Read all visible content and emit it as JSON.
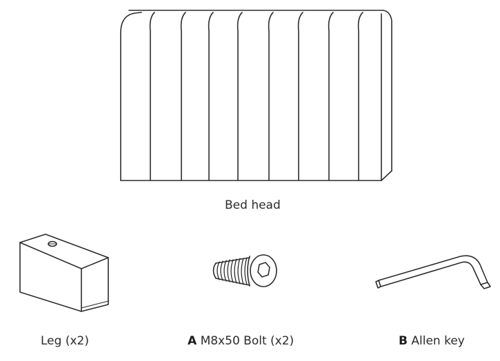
{
  "parts": {
    "bed_head": {
      "label": "Bed head"
    },
    "leg": {
      "label": "Leg (x2)"
    },
    "bolt": {
      "letter": "A",
      "label": "M8x50 Bolt (x2)"
    },
    "allen_key": {
      "letter": "B",
      "label": "Allen key"
    }
  },
  "colors": {
    "line": "#2b2b2b",
    "background": "#ffffff"
  },
  "icons": [
    "bed-head-drawing",
    "leg-block-drawing",
    "bolt-drawing",
    "allen-key-drawing"
  ]
}
